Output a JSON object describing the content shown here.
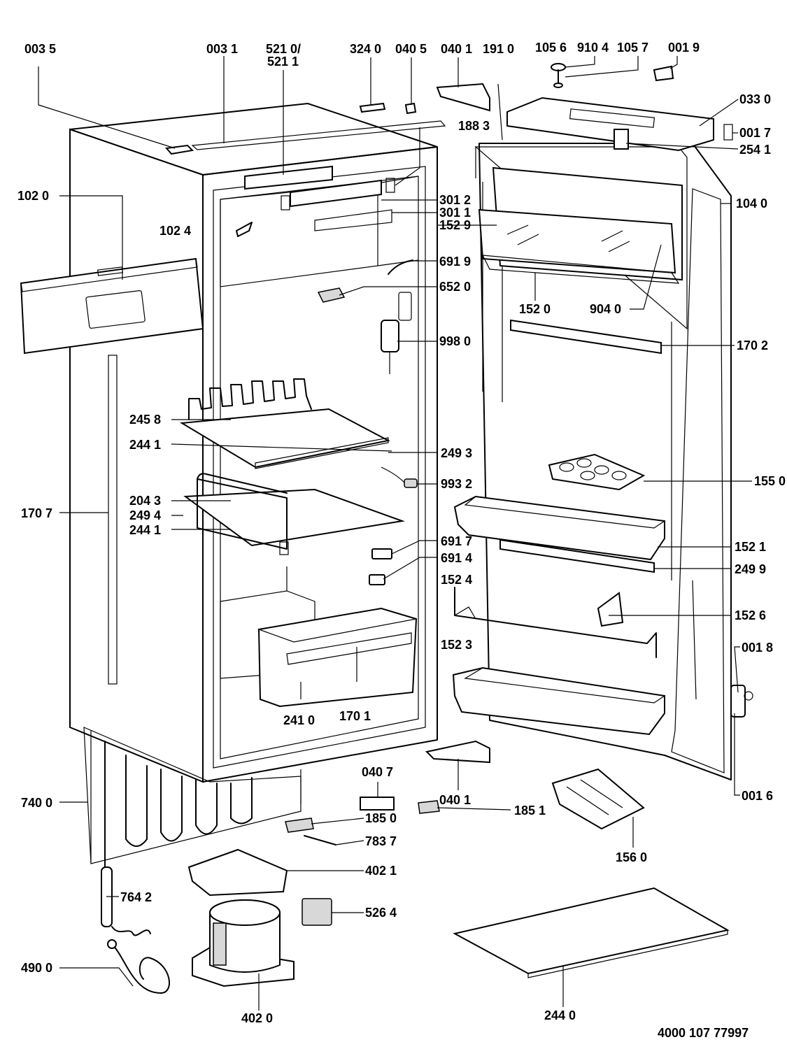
{
  "document_code": "4000 107 77997",
  "labels": {
    "p0035": "003 5",
    "p0031": "003 1",
    "p5210a": "521 0/",
    "p5210b": "521 1",
    "p3240": "324 0",
    "p0405": "040 5",
    "p0401a": "040 1",
    "p1910": "191 0",
    "p1056": "105 6",
    "p9104": "910 4",
    "p1057": "105 7",
    "p0019": "001 9",
    "p0330": "033 0",
    "p0017": "001 7",
    "p1883": "188 3",
    "p2541": "254 1",
    "p1020": "102 0",
    "p3012": "301 2",
    "p1040": "104 0",
    "p3011": "301 1",
    "p1024": "102 4",
    "p1529": "152 9",
    "p6919": "691 9",
    "p6520": "652 0",
    "p1520": "152 0",
    "p9040": "904 0",
    "p9980": "998 0",
    "p1702": "170 2",
    "p2458": "245 8",
    "p2441a": "244 1",
    "p2493": "249 3",
    "p1550": "155 0",
    "p9932": "993 2",
    "p2043": "204 3",
    "p1707": "170 7",
    "p2494": "249 4",
    "p2441b": "244 1",
    "p6917": "691 7",
    "p1521": "152 1",
    "p6914": "691 4",
    "p1524": "152 4",
    "p2499": "249 9",
    "p1526": "152 6",
    "p1523": "152 3",
    "p0018": "001 8",
    "p2410": "241 0",
    "p1701": "170 1",
    "p0407": "040 7",
    "p0401b": "040 1",
    "p0016": "001 6",
    "p7400": "740 0",
    "p1850": "185 0",
    "p1851": "185 1",
    "p7837": "783 7",
    "p1560": "156 0",
    "p4021": "402 1",
    "p7642": "764 2",
    "p5264": "526 4",
    "p4900": "490 0",
    "p4020": "402 0",
    "p2440": "244 0"
  }
}
